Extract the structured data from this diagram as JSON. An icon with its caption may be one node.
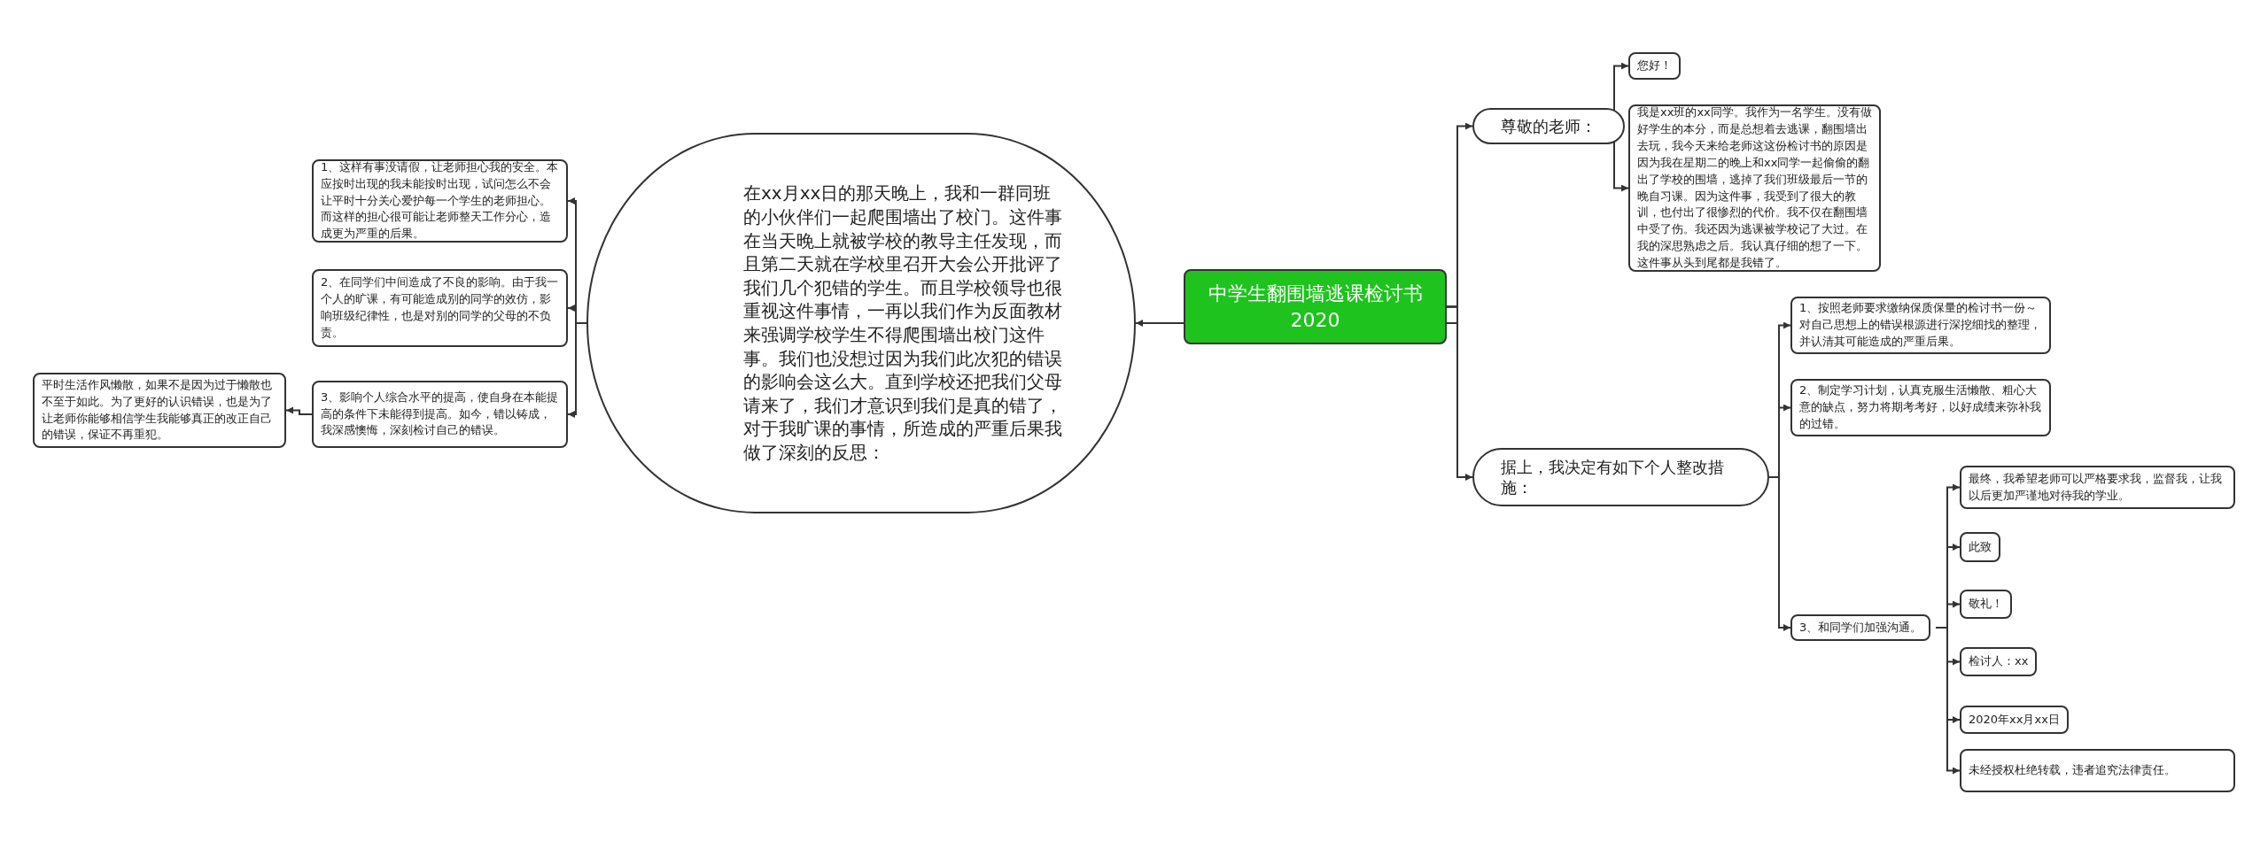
{
  "diagram": {
    "nodes": [
      {
        "text": [
          "中学生翻围墙逃课检讨书2020"
        ]
      },
      {
        "text": [
          "在xx月xx日的那天晚上，我和一群同班的小伙伴们一起爬围墙出了校门。这件事在当天晚上就被学校的教导主任发现，而且第二天就在学校里召开大会公开批评了我们几个犯错的学生。而且学校领导也很重视这件事情，一再以我们作为反面教材来强调学校学生不得爬围墙出校门这件事。我们也没想过因为我们此次犯的错误的影响会这么大。直到学校还把我们父母请来了，我们才意识到我们是真的错了，对于我旷课的事情，所造成的严重后果我做了深刻的反思："
        ]
      },
      {
        "text": [
          "1、这样有事没请假，让老师担心我的安全。本应按时出现的我未能按时出现，试问怎么不会让平时十分关心爱护每一个学生的老师担心。而这样的担心很可能让老师整天工作分心，造成更为严重的后果。"
        ]
      },
      {
        "text": [
          "2、在同学们中间造成了不良的影响。由于我一个人的旷课，有可能造成别的同学的效仿，影响班级纪律性，也是对别的同学的父母的不负责。"
        ]
      },
      {
        "text": [
          "3、影响个人综合水平的提高，使自身在本能提高的条件下未能得到提高。如今，错以铸成，我深感懊悔，深刻检讨自己的错误。"
        ]
      },
      {
        "text": [
          "平时生活作风懒散，如果不是因为过于懒散也不至于如此。为了更好的认识错误，也是为了让老师你能够相信学生我能够真正的改正自己的错误，保证不再重犯。"
        ]
      },
      {
        "text": [
          "尊敬的老师："
        ]
      },
      {
        "text": [
          "您好！"
        ]
      },
      {
        "text": [
          "我是xx班的xx同学。我作为一名学生。没有做好学生的本分，而是总想着去逃课，翻围墙出去玩，我今天来给老师这这份检讨书的原因是因为我在星期二的晚上和xx同学一起偷偷的翻出了学校的围墙，逃掉了我们班级最后一节的晚自习课。因为这件事，我受到了很大的教训，也付出了很惨烈的代价。我不仅在翻围墙中受了伤。我还因为逃课被学校记了大过。在我的深思熟虑之后。我认真仔细的想了一下。这件事从头到尾都是我错了。"
        ]
      },
      {
        "text": [
          "据上，我决定有如下个人整改措施："
        ]
      },
      {
        "text": [
          "1、按照老师要求缴纳保质保量的检讨书一份～对自己思想上的错误根源进行深挖细找的整理，并认清其可能造成的严重后果。"
        ]
      },
      {
        "text": [
          "2、制定学习计划，认真克服生活懒散、粗心大意的缺点，努力将期考考好，以好成绩来弥补我的过错。"
        ]
      },
      {
        "text": [
          "3、和同学们加强沟通。"
        ]
      },
      {
        "text": [
          "最终，我希望老师可以严格要求我，监督我，让我以后更加严谨地对待我的学业。"
        ]
      },
      {
        "text": [
          "此致"
        ]
      },
      {
        "text": [
          "敬礼！"
        ]
      },
      {
        "text": [
          "检讨人：xx"
        ]
      },
      {
        "text": [
          "2020年xx月xx日"
        ]
      },
      {
        "text": [
          "未经授权杜绝转载，违者追究法律责任。"
        ]
      }
    ],
    "edges": [
      {
        "from": 0,
        "to": 1,
        "arrow": "to"
      },
      {
        "from": 1,
        "to": 2,
        "arrow": "to"
      },
      {
        "from": 1,
        "to": 3,
        "arrow": "to"
      },
      {
        "from": 1,
        "to": 4,
        "arrow": "to"
      },
      {
        "from": 4,
        "to": 5,
        "arrow": "to"
      },
      {
        "from": 0,
        "to": 6,
        "arrow": "to"
      },
      {
        "from": 0,
        "to": 9,
        "arrow": "to"
      },
      {
        "from": 6,
        "to": 7,
        "arrow": "to"
      },
      {
        "from": 6,
        "to": 8,
        "arrow": "to"
      },
      {
        "from": 9,
        "to": 10,
        "arrow": "to"
      },
      {
        "from": 9,
        "to": 11,
        "arrow": "to"
      },
      {
        "from": 9,
        "to": 12,
        "arrow": "to"
      },
      {
        "from": 12,
        "to": 13,
        "arrow": "to"
      },
      {
        "from": 12,
        "to": 14,
        "arrow": "to"
      },
      {
        "from": 12,
        "to": 15,
        "arrow": "to"
      },
      {
        "from": 12,
        "to": 16,
        "arrow": "to"
      },
      {
        "from": 12,
        "to": 17,
        "arrow": "to"
      },
      {
        "from": 12,
        "to": 18,
        "arrow": "to"
      }
    ]
  }
}
